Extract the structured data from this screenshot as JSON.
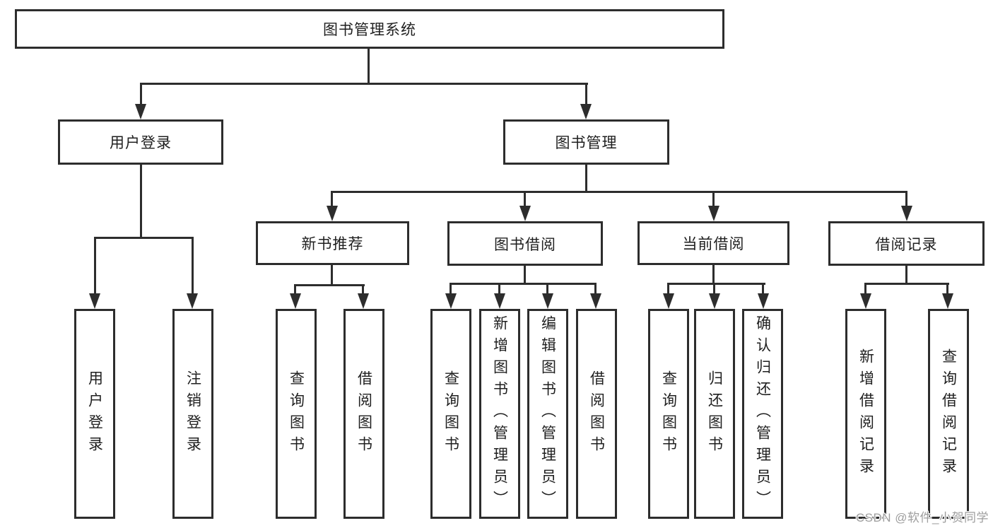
{
  "diagram_type": "hierarchy-tree",
  "colors": {
    "background": "#ffffff",
    "line": "#2d2d2d",
    "box_fill": "#ffffff",
    "text": "#1f1f1f",
    "watermark": "#9e9e9e"
  },
  "tree": {
    "label": "图书管理系统",
    "children": [
      {
        "label": "用户登录",
        "children": [
          {
            "label": "用户登录"
          },
          {
            "label": "注销登录"
          }
        ]
      },
      {
        "label": "图书管理",
        "children": [
          {
            "label": "新书推荐",
            "children": [
              {
                "label": "查询图书"
              },
              {
                "label": "借阅图书"
              }
            ]
          },
          {
            "label": "图书借阅",
            "children": [
              {
                "label": "查询图书"
              },
              {
                "label": "新增图书（管理员）"
              },
              {
                "label": "编辑图书（管理员）"
              },
              {
                "label": "借阅图书"
              }
            ]
          },
          {
            "label": "当前借阅",
            "children": [
              {
                "label": "查询图书"
              },
              {
                "label": "归还图书"
              },
              {
                "label": "确认归还（管理员）"
              }
            ]
          },
          {
            "label": "借阅记录",
            "children": [
              {
                "label": "新增借阅记录"
              },
              {
                "label": "查询借阅记录"
              }
            ]
          }
        ]
      }
    ]
  },
  "watermark": {
    "text": "CSDN @软件_小贺同学"
  }
}
